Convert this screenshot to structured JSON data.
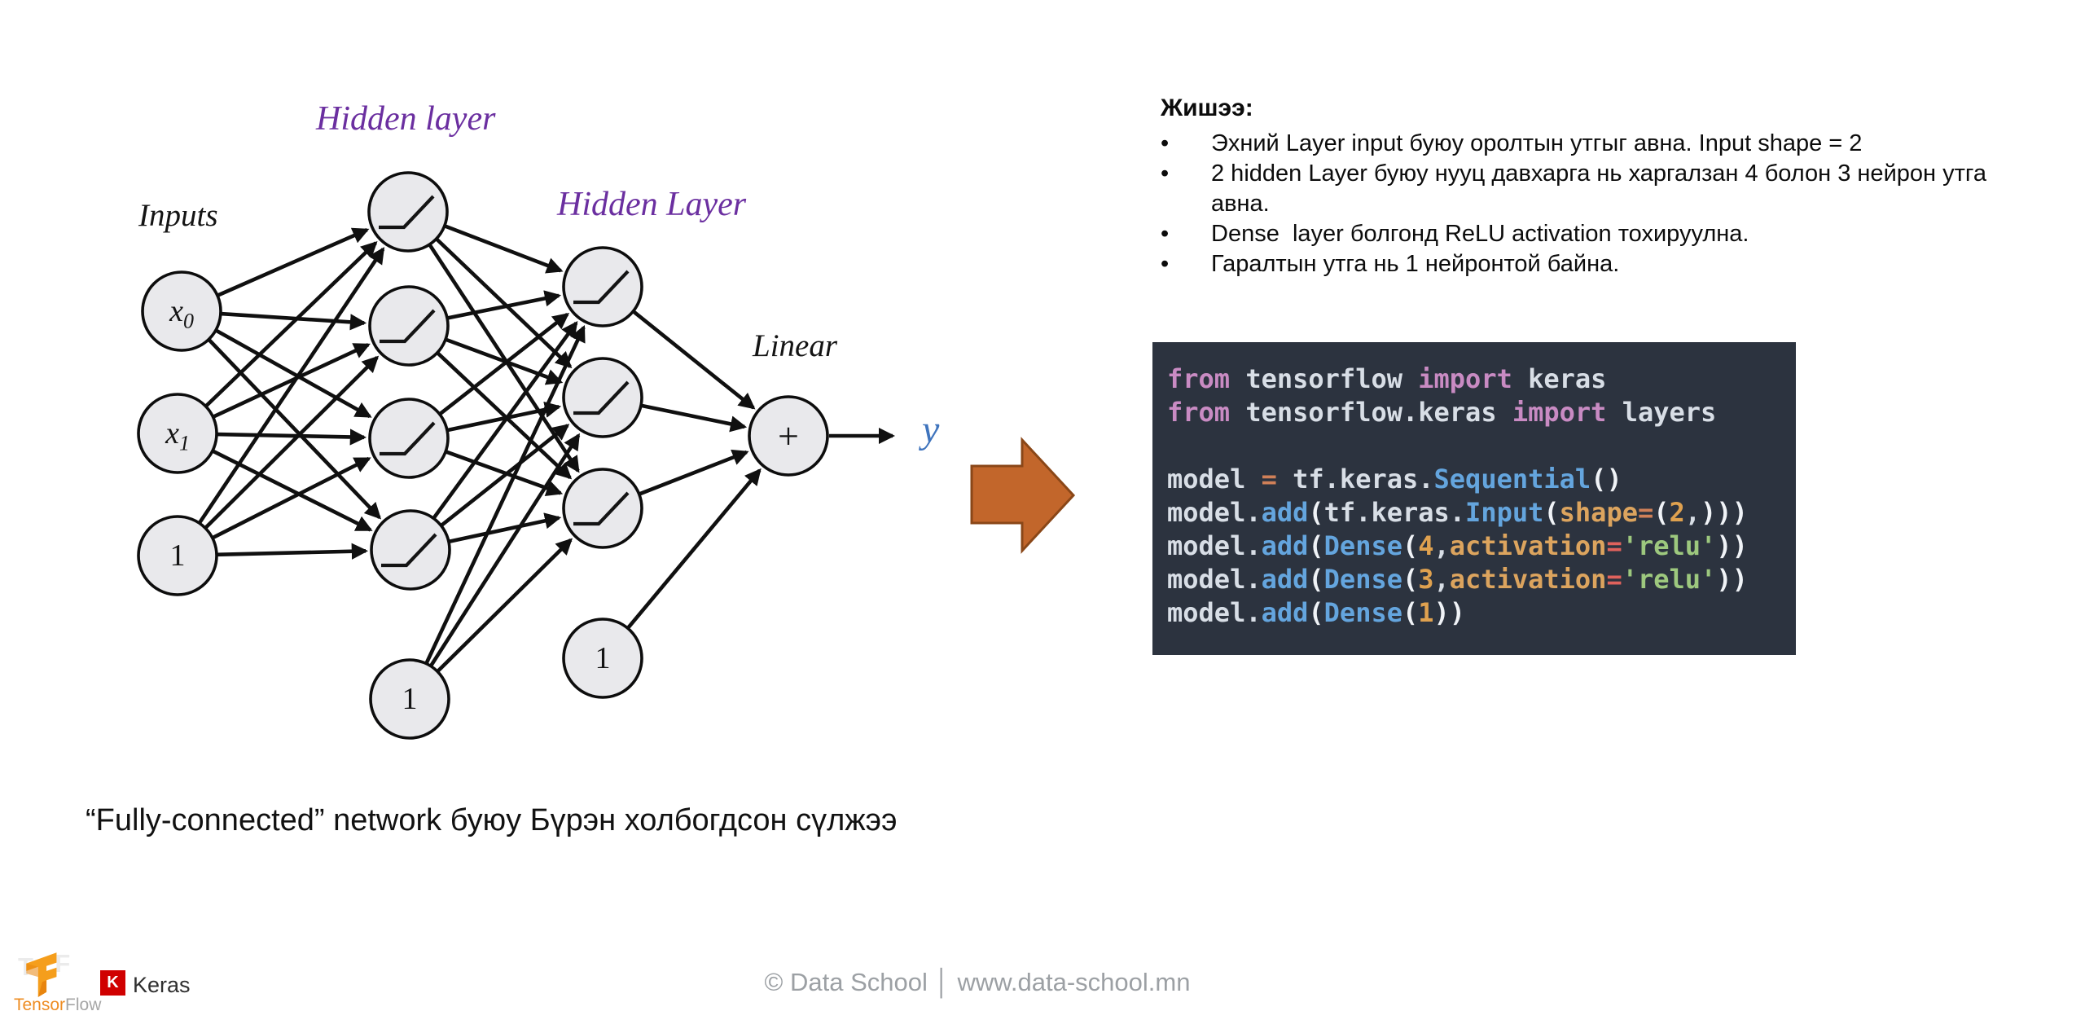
{
  "diagram": {
    "labels": {
      "inputs": "Inputs",
      "hidden1": "Hidden layer",
      "hidden2": "Hidden Layer",
      "linear": "Linear",
      "output_var": "y"
    },
    "nodes": {
      "x0": {
        "base": "x",
        "sub": "0"
      },
      "x1": {
        "base": "x",
        "sub": "1"
      },
      "bias_label": "1",
      "sum_label": "+"
    },
    "caption": "“Fully-connected” network буюу Бүрэн холбогдсон сүлжээ"
  },
  "notes": {
    "title": "Жишээ:",
    "bullet_char": "•",
    "bullets": [
      "Эхний Layer input буюу оролтын утгыг авна. Input shape = 2",
      "2 hidden Layer буюу нууц давхарга нь харгалзан 4 болон 3 нейрон утга авна.",
      "Dense  layer болгонд ReLU activation тохируулна.",
      "Гаралтын утга нь 1 нейронтой байна."
    ]
  },
  "code": {
    "lines": [
      [
        {
          "t": "from",
          "c": "kw"
        },
        {
          "t": " tensorflow ",
          "c": "t"
        },
        {
          "t": "import",
          "c": "kw"
        },
        {
          "t": " keras",
          "c": "t"
        }
      ],
      [
        {
          "t": "from",
          "c": "kw"
        },
        {
          "t": " tensorflow.keras ",
          "c": "t"
        },
        {
          "t": "import",
          "c": "kw"
        },
        {
          "t": " layers",
          "c": "t"
        }
      ],
      [],
      [
        {
          "t": "model ",
          "c": "t"
        },
        {
          "t": "=",
          "c": "eq"
        },
        {
          "t": " tf.keras.",
          "c": "t"
        },
        {
          "t": "Sequential",
          "c": "fn"
        },
        {
          "t": "()",
          "c": "br"
        }
      ],
      [
        {
          "t": "model.",
          "c": "t"
        },
        {
          "t": "add",
          "c": "fn"
        },
        {
          "t": "(",
          "c": "br"
        },
        {
          "t": "tf.keras.",
          "c": "t"
        },
        {
          "t": "Input",
          "c": "fn"
        },
        {
          "t": "(",
          "c": "br"
        },
        {
          "t": "shape",
          "c": "or"
        },
        {
          "t": "=",
          "c": "eq"
        },
        {
          "t": "(",
          "c": "br"
        },
        {
          "t": "2",
          "c": "num"
        },
        {
          "t": ",",
          "c": "t"
        },
        {
          "t": ")))",
          "c": "br"
        }
      ],
      [
        {
          "t": "model.",
          "c": "t"
        },
        {
          "t": "add",
          "c": "fn"
        },
        {
          "t": "(",
          "c": "br"
        },
        {
          "t": "Dense",
          "c": "fn"
        },
        {
          "t": "(",
          "c": "br"
        },
        {
          "t": "4",
          "c": "num"
        },
        {
          "t": ",",
          "c": "t"
        },
        {
          "t": "activation",
          "c": "or"
        },
        {
          "t": "=",
          "c": "red"
        },
        {
          "t": "'relu'",
          "c": "str"
        },
        {
          "t": "))",
          "c": "br"
        }
      ],
      [
        {
          "t": "model.",
          "c": "t"
        },
        {
          "t": "add",
          "c": "fn"
        },
        {
          "t": "(",
          "c": "br"
        },
        {
          "t": "Dense",
          "c": "fn"
        },
        {
          "t": "(",
          "c": "br"
        },
        {
          "t": "3",
          "c": "num"
        },
        {
          "t": ",",
          "c": "t"
        },
        {
          "t": "activation",
          "c": "or"
        },
        {
          "t": "=",
          "c": "red"
        },
        {
          "t": "'relu'",
          "c": "str"
        },
        {
          "t": "))",
          "c": "br"
        }
      ],
      [
        {
          "t": "model.",
          "c": "t"
        },
        {
          "t": "add",
          "c": "fn"
        },
        {
          "t": "(",
          "c": "br"
        },
        {
          "t": "Dense",
          "c": "fn"
        },
        {
          "t": "(",
          "c": "br"
        },
        {
          "t": "1",
          "c": "num"
        },
        {
          "t": "))",
          "c": "br"
        }
      ]
    ]
  },
  "footer": {
    "tensorflow_brand": {
      "part1": "Tensor",
      "part2": "Flow"
    },
    "keras_badge": "K",
    "keras_label": "Keras",
    "copyright": "© Data School │ www.data-school.mn"
  },
  "colors": {
    "purple_label": "#6B2FA0",
    "output_blue": "#3F74BD",
    "code_background": "#2C333F",
    "arrow_orange": "#C2662B",
    "node_fill": "#E9E9EC",
    "keras_red": "#D00000",
    "tensorflow_orange": "#EE8C22"
  }
}
